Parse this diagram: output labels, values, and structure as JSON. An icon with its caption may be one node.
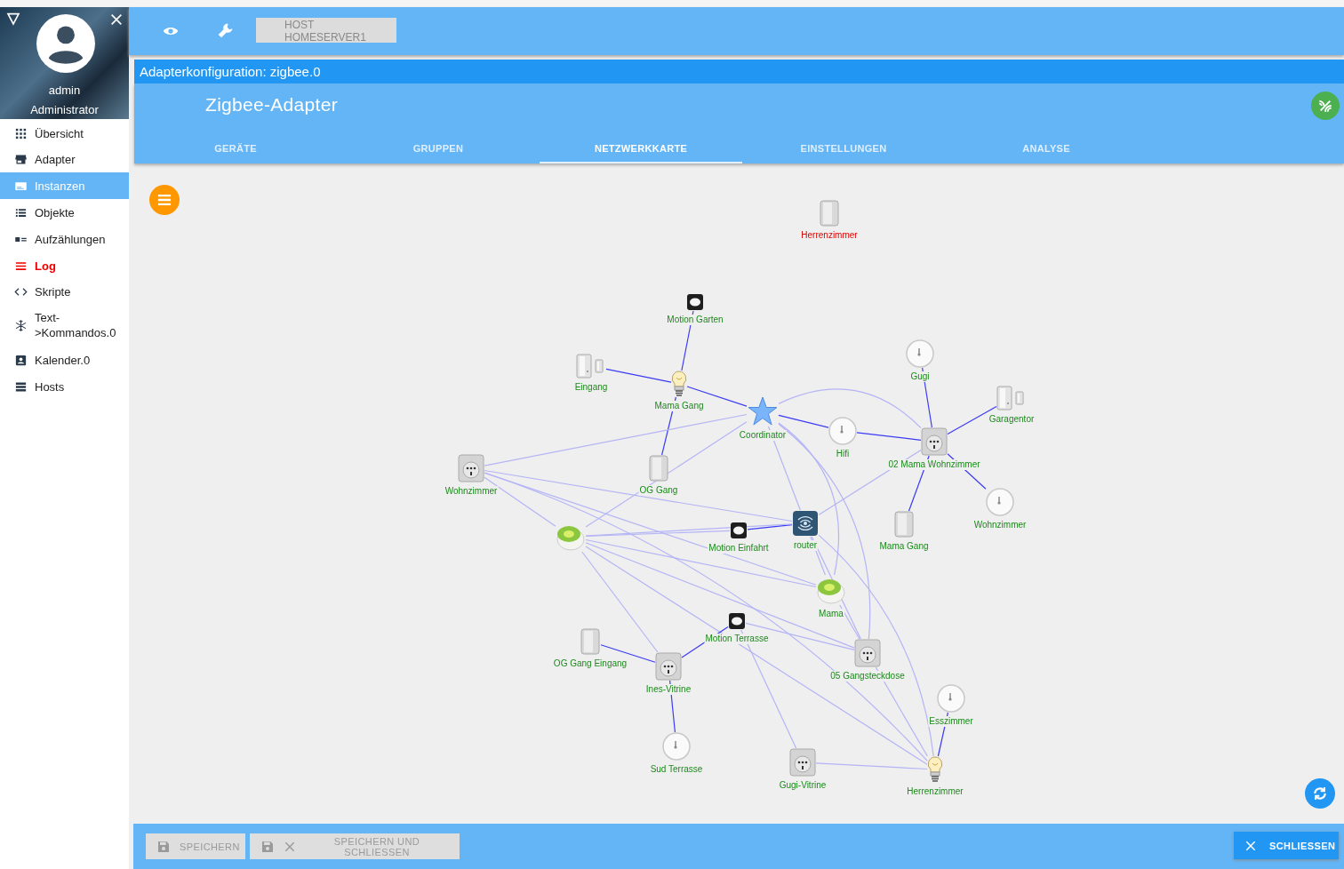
{
  "diagram": {
    "nodes": [
      {
        "text": [],
        "shape": "picture",
        "beside": [
          "Herrenzimmer"
        ]
      },
      {
        "text": [],
        "shape": "picture",
        "beside": [
          "Motion Garten"
        ]
      },
      {
        "text": [],
        "shape": "picture",
        "beside": [
          "Eingang"
        ]
      },
      {
        "text": [],
        "shape": "picture",
        "beside": [
          "Mama Gang"
        ]
      },
      {
        "text": [],
        "shape": "picture",
        "beside": [
          "Coordinator"
        ]
      },
      {
        "text": [],
        "shape": "picture",
        "beside": [
          "Gugi"
        ]
      },
      {
        "text": [],
        "shape": "picture",
        "beside": [
          "Garagentor"
        ]
      },
      {
        "text": [],
        "shape": "picture",
        "beside": [
          "Hifi"
        ]
      },
      {
        "text": [],
        "shape": "picture",
        "beside": [
          "02 Mama Wohnzimmer"
        ]
      },
      {
        "text": [],
        "shape": "picture",
        "beside": [
          "Wohnzimmer"
        ]
      },
      {
        "text": [],
        "shape": "picture",
        "beside": [
          "OG Gang"
        ]
      },
      {
        "text": [],
        "shape": "picture"
      },
      {
        "text": [],
        "shape": "picture",
        "beside": [
          "Motion Einfahrt"
        ]
      },
      {
        "text": [],
        "shape": "picture",
        "beside": [
          "router"
        ]
      },
      {
        "text": [],
        "shape": "picture",
        "beside": [
          "Mama Gang"
        ]
      },
      {
        "text": [],
        "shape": "picture",
        "beside": [
          "Wohnzimmer"
        ]
      },
      {
        "text": [],
        "shape": "picture",
        "beside": [
          "Mama"
        ]
      },
      {
        "text": [],
        "shape": "picture",
        "beside": [
          "OG Gang Eingang"
        ]
      },
      {
        "text": [],
        "shape": "picture",
        "beside": [
          "Motion Terrasse"
        ]
      },
      {
        "text": [],
        "shape": "picture",
        "beside": [
          "Ines-Vitrine"
        ]
      },
      {
        "text": [],
        "shape": "picture",
        "beside": [
          "05 Gangsteckdose"
        ]
      },
      {
        "text": [],
        "shape": "picture",
        "beside": [
          "Esszimmer"
        ]
      },
      {
        "text": [],
        "shape": "picture",
        "beside": [
          "Sud Terrasse"
        ]
      },
      {
        "text": [],
        "shape": "picture",
        "beside": [
          "Gugi-Vitrine"
        ]
      },
      {
        "text": [],
        "shape": "picture",
        "beside": [
          "Herrenzimmer"
        ]
      }
    ],
    "edges": [
      {
        "from": 1,
        "to": 3,
        "arrow": "none",
        "color": "#3b3bf5"
      },
      {
        "from": 2,
        "to": 3,
        "arrow": "none",
        "color": "#3b3bf5"
      },
      {
        "from": 3,
        "to": 4,
        "arrow": "none",
        "color": "#3b3bf5"
      },
      {
        "from": 3,
        "to": 10,
        "arrow": "none",
        "color": "#3b3bf5"
      },
      {
        "from": 4,
        "to": 7,
        "arrow": "none",
        "color": "#3b3bf5"
      },
      {
        "from": 7,
        "to": 8,
        "arrow": "none",
        "color": "#3b3bf5"
      },
      {
        "from": 4,
        "to": 8,
        "arrow": "none"
      },
      {
        "from": 5,
        "to": 8,
        "arrow": "none",
        "color": "#3b3bf5"
      },
      {
        "from": 6,
        "to": 8,
        "arrow": "none",
        "color": "#3b3bf5"
      },
      {
        "from": 8,
        "to": 14,
        "arrow": "none",
        "color": "#3b3bf5"
      },
      {
        "from": 8,
        "to": 15,
        "arrow": "none",
        "color": "#3b3bf5"
      },
      {
        "from": 4,
        "to": 9,
        "arrow": "none"
      },
      {
        "from": 4,
        "to": 11,
        "arrow": "none"
      },
      {
        "from": 4,
        "to": 13,
        "arrow": "none"
      },
      {
        "from": 4,
        "to": 16,
        "arrow": "none"
      },
      {
        "from": 4,
        "to": 20,
        "arrow": "none"
      },
      {
        "from": 13,
        "to": 8,
        "arrow": "none"
      },
      {
        "from": 12,
        "to": 13,
        "arrow": "none",
        "color": "#3b3bf5"
      },
      {
        "from": 9,
        "to": 13,
        "arrow": "none"
      },
      {
        "from": 9,
        "to": 11,
        "arrow": "none"
      },
      {
        "from": 9,
        "to": 16,
        "arrow": "none"
      },
      {
        "from": 9,
        "to": 24,
        "arrow": "none"
      },
      {
        "from": 11,
        "to": 13,
        "arrow": "none"
      },
      {
        "from": 11,
        "to": 12,
        "arrow": "none"
      },
      {
        "from": 11,
        "to": 19,
        "arrow": "none"
      },
      {
        "from": 11,
        "to": 16,
        "arrow": "none"
      },
      {
        "from": 11,
        "to": 20,
        "arrow": "none"
      },
      {
        "from": 11,
        "to": 24,
        "arrow": "none"
      },
      {
        "from": 13,
        "to": 16,
        "arrow": "none"
      },
      {
        "from": 13,
        "to": 20,
        "arrow": "none"
      },
      {
        "from": 13,
        "to": 24,
        "arrow": "none"
      },
      {
        "from": 16,
        "to": 20,
        "arrow": "none"
      },
      {
        "from": 17,
        "to": 19,
        "arrow": "none",
        "color": "#3b3bf5"
      },
      {
        "from": 19,
        "to": 18,
        "arrow": "none",
        "color": "#3b3bf5"
      },
      {
        "from": 19,
        "to": 22,
        "arrow": "none",
        "color": "#3b3bf5"
      },
      {
        "from": 18,
        "to": 20,
        "arrow": "none"
      },
      {
        "from": 18,
        "to": 23,
        "arrow": "none"
      },
      {
        "from": 23,
        "to": 24,
        "arrow": "none"
      },
      {
        "from": 20,
        "to": 24,
        "arrow": "none"
      },
      {
        "from": 21,
        "to": 24,
        "arrow": "none",
        "color": "#3b3bf5"
      }
    ],
    "labels": [
      "admin",
      "Administrator",
      "Übersicht",
      "Adapter",
      "Instanzen",
      "Objekte",
      "Aufzählungen",
      "Log",
      "Skripte",
      "Text->Kommandos.0",
      "Kalender.0",
      "Hosts",
      "HOST HOMESERVER1",
      "Adapterkonfiguration: zigbee.0",
      "Zigbee-Adapter",
      "GERÄTE",
      "GRUPPEN",
      "NETZWERKKARTE",
      "EINSTELLUNGEN",
      "ANALYSE",
      "SPEICHERN",
      "SPEICHERN UND SCHLIESSEN",
      "SCHLIESSEN"
    ]
  }
}
